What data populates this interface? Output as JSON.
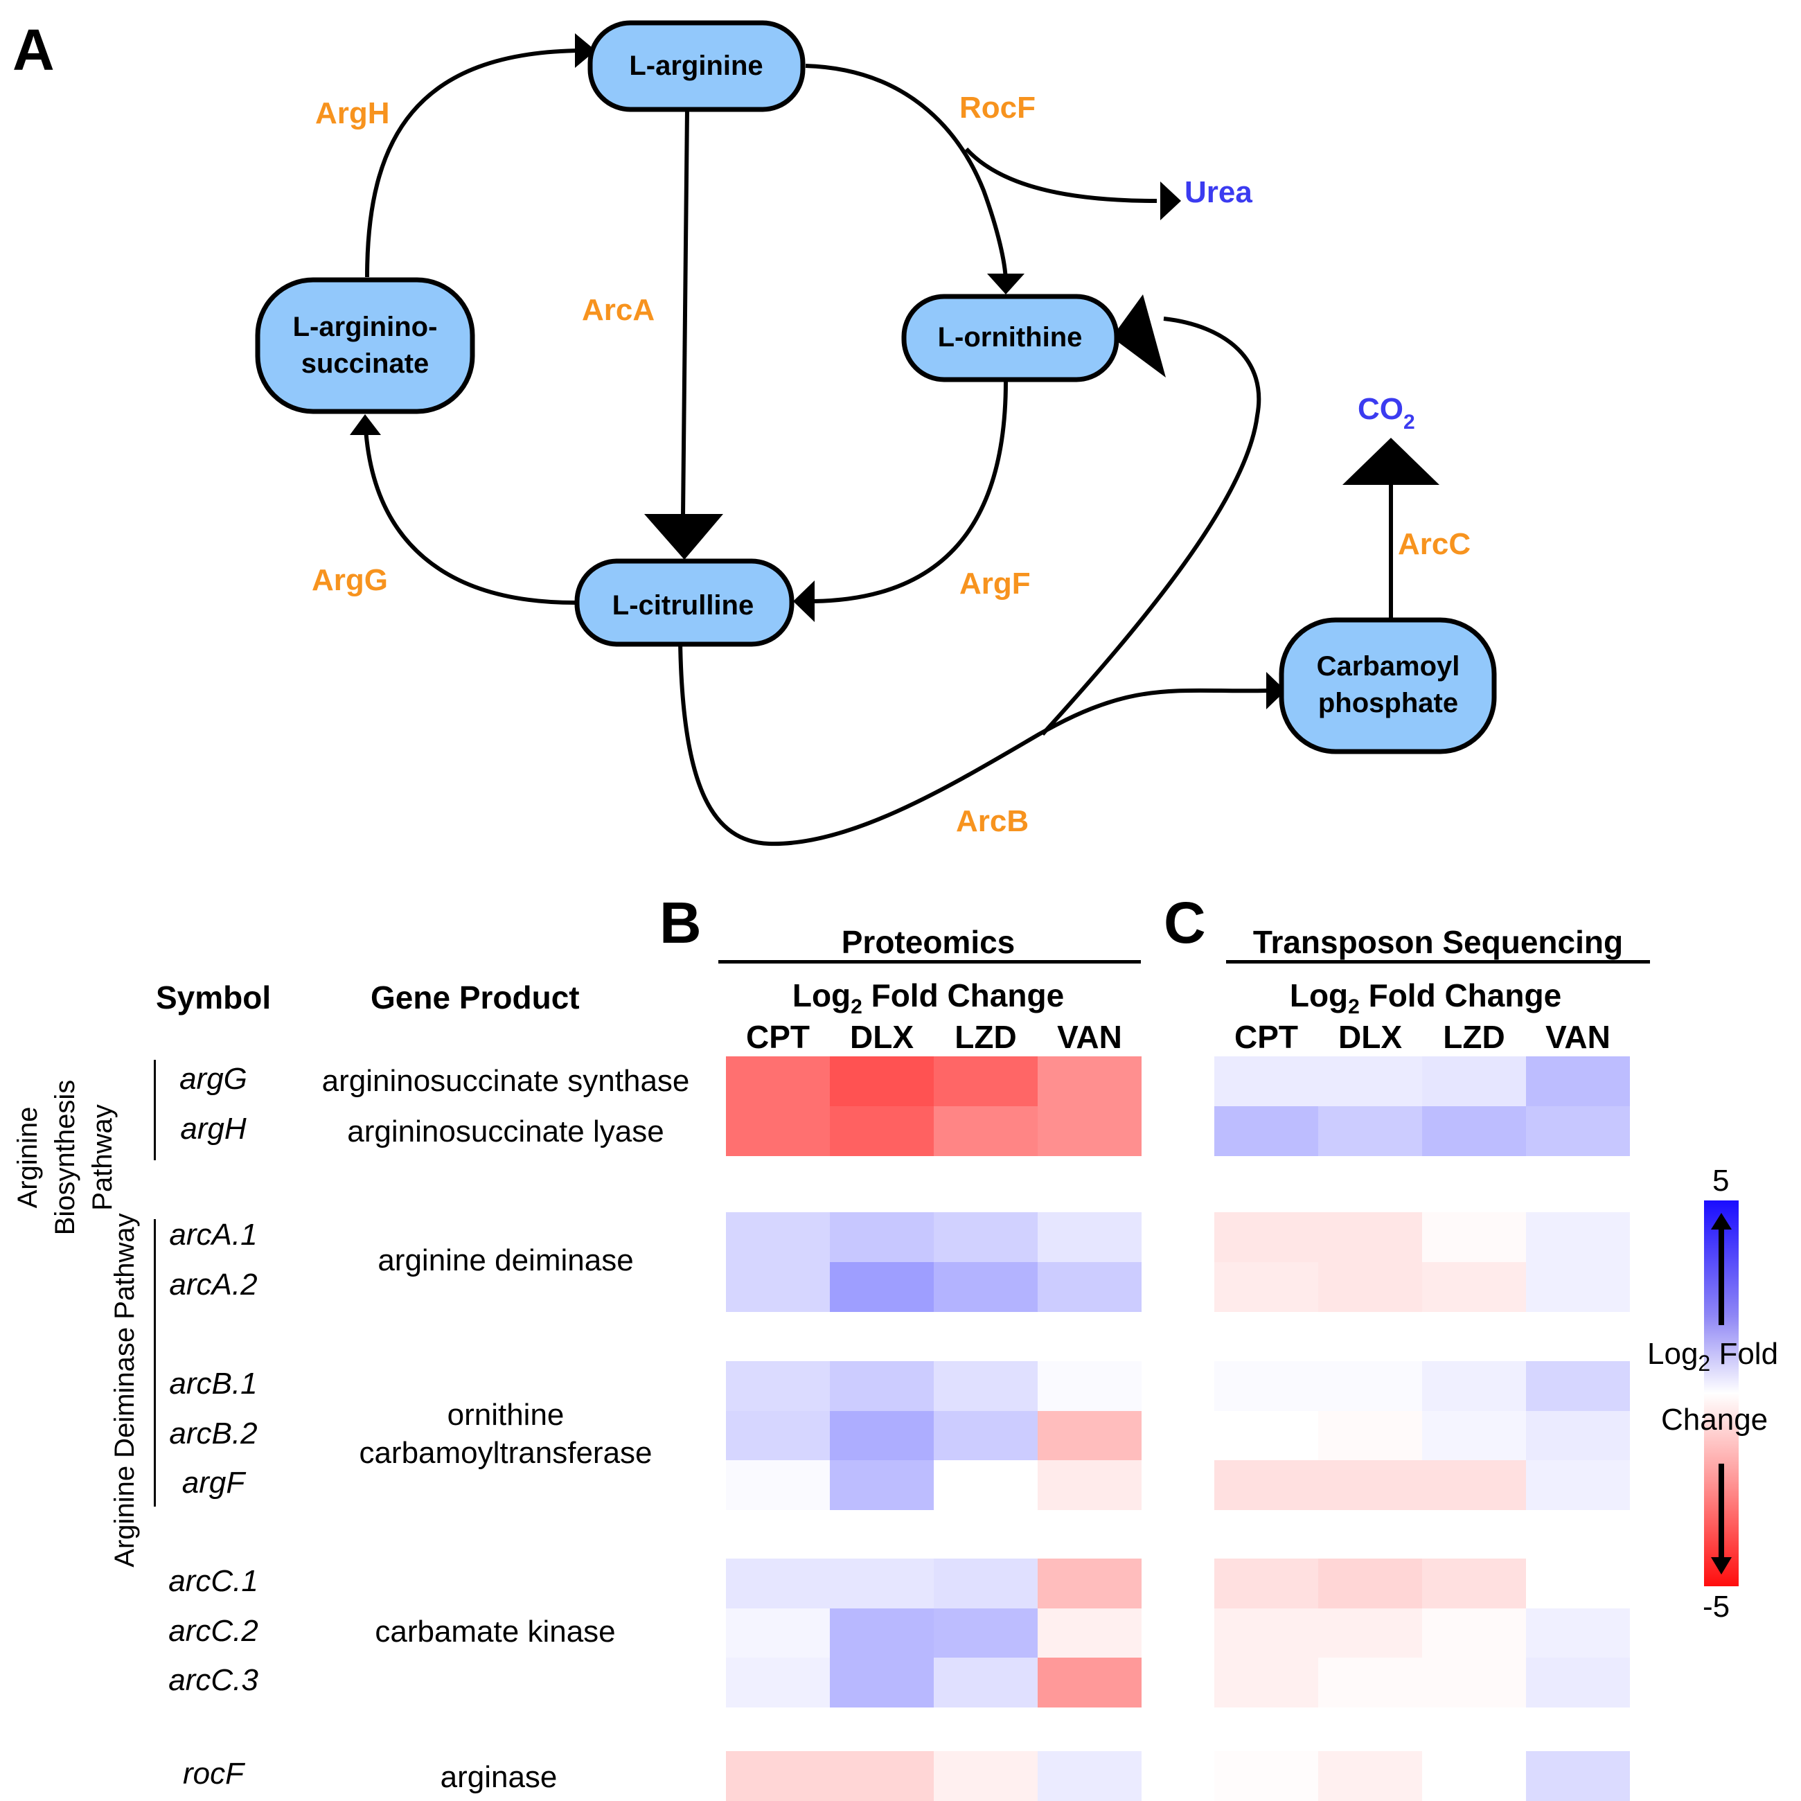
{
  "panels": {
    "a": "A",
    "b": "B",
    "c": "C"
  },
  "pathway": {
    "nodes": {
      "arginine": "L-arginine",
      "argininosuccinate_1": "L-arginino-",
      "argininosuccinate_2": "succinate",
      "ornithine": "L-ornithine",
      "citrulline": "L-citrulline",
      "carbamoyl_1": "Carbamoyl",
      "carbamoyl_2": "phosphate"
    },
    "enzymes": {
      "argH": "ArgH",
      "rocF": "RocF",
      "arcA": "ArcA",
      "argG": "ArgG",
      "argF": "ArgF",
      "arcB": "ArcB",
      "arcC": "ArcC"
    },
    "products": {
      "urea": "Urea",
      "co2": "CO",
      "co2_sub": "2"
    },
    "colors": {
      "node_fill": "#92C8FB",
      "enzyme_text": "#F7931E",
      "product_text": "#3B3BF0"
    }
  },
  "table": {
    "symbol_header": "Symbol",
    "product_header": "Gene Product",
    "groups": [
      {
        "label_lines": [
          "Arginine",
          "Biosynthesis",
          "Pathway"
        ]
      },
      {
        "label_lines": [
          "Arginine Deiminase Pathway"
        ]
      }
    ],
    "gene_products": [
      {
        "lines": [
          "argininosuccinate synthase"
        ]
      },
      {
        "lines": [
          "argininosuccinate lyase"
        ]
      },
      {
        "lines": [
          "arginine deiminase"
        ]
      },
      {
        "lines": [
          "ornithine",
          "carbamoyltransferase"
        ]
      },
      {
        "lines": [
          "carbamate kinase"
        ]
      },
      {
        "lines": [
          "arginase"
        ]
      }
    ]
  },
  "chart_data": [
    {
      "type": "heatmap",
      "title": "Proteomics",
      "subtitle": "Log2 Fold Change",
      "subtitle_main": "Log",
      "subtitle_sub": "2",
      "subtitle_rest": " Fold Change",
      "columns": [
        "CPT",
        "DLX",
        "LZD",
        "VAN"
      ],
      "rows": [
        "argG",
        "argH",
        "arcA.1",
        "arcA.2",
        "arcB.1",
        "arcB.2",
        "argF",
        "arcC.1",
        "arcC.2",
        "arcC.3",
        "rocF"
      ],
      "values": [
        [
          -2.8,
          -3.4,
          -3.0,
          -2.2
        ],
        [
          -2.8,
          -3.1,
          -2.4,
          -2.2
        ],
        [
          0.8,
          1.1,
          0.9,
          0.5
        ],
        [
          0.8,
          1.9,
          1.5,
          1.0
        ],
        [
          0.7,
          1.0,
          0.6,
          0.1
        ],
        [
          0.8,
          1.6,
          1.0,
          -1.3
        ],
        [
          0.1,
          1.3,
          0.0,
          -0.4
        ],
        [
          0.5,
          0.5,
          0.6,
          -1.3
        ],
        [
          0.2,
          1.4,
          1.3,
          -0.3
        ],
        [
          0.3,
          1.4,
          0.6,
          -2.0
        ],
        [
          -0.8,
          -0.8,
          -0.3,
          0.4
        ]
      ],
      "colorscale": {
        "min": -5,
        "max": 5,
        "min_color": "#FF0000",
        "mid_color": "#FFFFFF",
        "max_color": "#0000FF"
      }
    },
    {
      "type": "heatmap",
      "title": "Transposon Sequencing",
      "subtitle": "Log2 Fold Change",
      "subtitle_main": "Log",
      "subtitle_sub": "2",
      "subtitle_rest": " Fold Change",
      "columns": [
        "CPT",
        "DLX",
        "LZD",
        "VAN"
      ],
      "rows": [
        "argG",
        "argH",
        "arcA.1",
        "arcA.2",
        "arcB.1",
        "arcB.2",
        "argF",
        "arcC.1",
        "arcC.2",
        "arcC.3",
        "rocF"
      ],
      "values": [
        [
          0.4,
          0.4,
          0.5,
          1.3
        ],
        [
          1.3,
          1.0,
          1.3,
          1.1
        ],
        [
          -0.5,
          -0.5,
          -0.1,
          0.3
        ],
        [
          -0.4,
          -0.5,
          -0.4,
          0.3
        ],
        [
          0.1,
          0.1,
          0.3,
          0.8
        ],
        [
          0.0,
          -0.1,
          0.2,
          0.4
        ],
        [
          -0.6,
          -0.6,
          -0.6,
          0.3
        ],
        [
          -0.6,
          -0.8,
          -0.6,
          null
        ],
        [
          -0.3,
          -0.3,
          -0.1,
          0.3
        ],
        [
          -0.3,
          -0.1,
          -0.1,
          0.4
        ],
        [
          -0.05,
          -0.3,
          null,
          0.7
        ]
      ],
      "colorscale": {
        "min": -5,
        "max": 5,
        "min_color": "#FF0000",
        "mid_color": "#FFFFFF",
        "max_color": "#0000FF"
      }
    }
  ],
  "legend": {
    "max_label": "5",
    "min_label": "-5",
    "title_main": "Log",
    "title_sub": "2",
    "title_rest": " Fold",
    "title_line2": "Change"
  }
}
